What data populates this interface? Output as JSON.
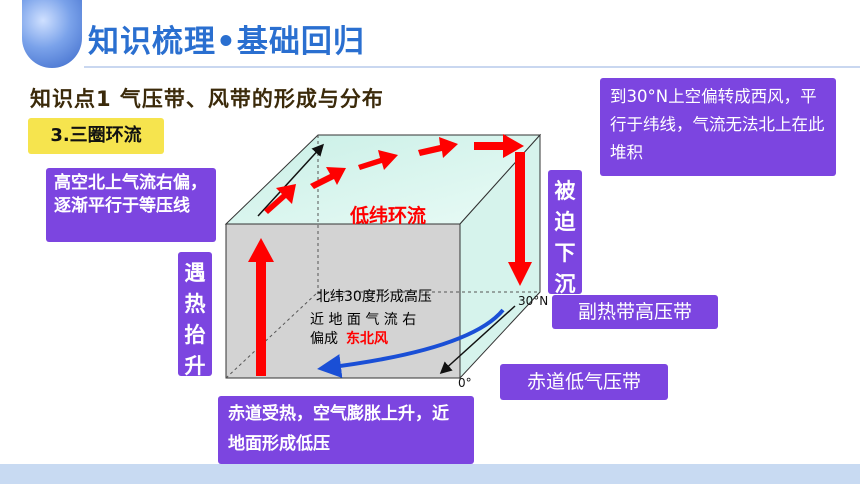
{
  "header": {
    "title": "知识梳理•基础回归",
    "knowledge_point": "知识点1  气压带、风带的形成与分布",
    "section": "3.三圈环流"
  },
  "callouts": {
    "upper_flow": "高空北上气流右偏，逐渐平行于等压线",
    "westerly_30n": "到30°N上空偏转成西风，平行于纬线，气流无法北上在此堆积",
    "heating_rise": "遇热抬升",
    "forced_sink": "被迫下沉",
    "subtropical_high": "副热带高压带",
    "equatorial_low": "赤道低气压带",
    "equator_heating": "赤道受热，空气膨胀上升，近地面形成低压"
  },
  "diagram": {
    "cell_name": "低纬环流",
    "high_30n": "北纬30度形成高压",
    "surface_flow_prefix": "近 地 面 气 流 右",
    "surface_flow_prefix2": "偏成",
    "surface_flow_wind": "东北风",
    "lat_30n": "30°N",
    "lat_0": "0°",
    "colors": {
      "arrow_red": "#ff0000",
      "arrow_blue": "#1a4fd6",
      "callout_purple": "#7c45e0",
      "section_yellow": "#f6e44e",
      "title_blue": "#2a6fd0"
    }
  }
}
